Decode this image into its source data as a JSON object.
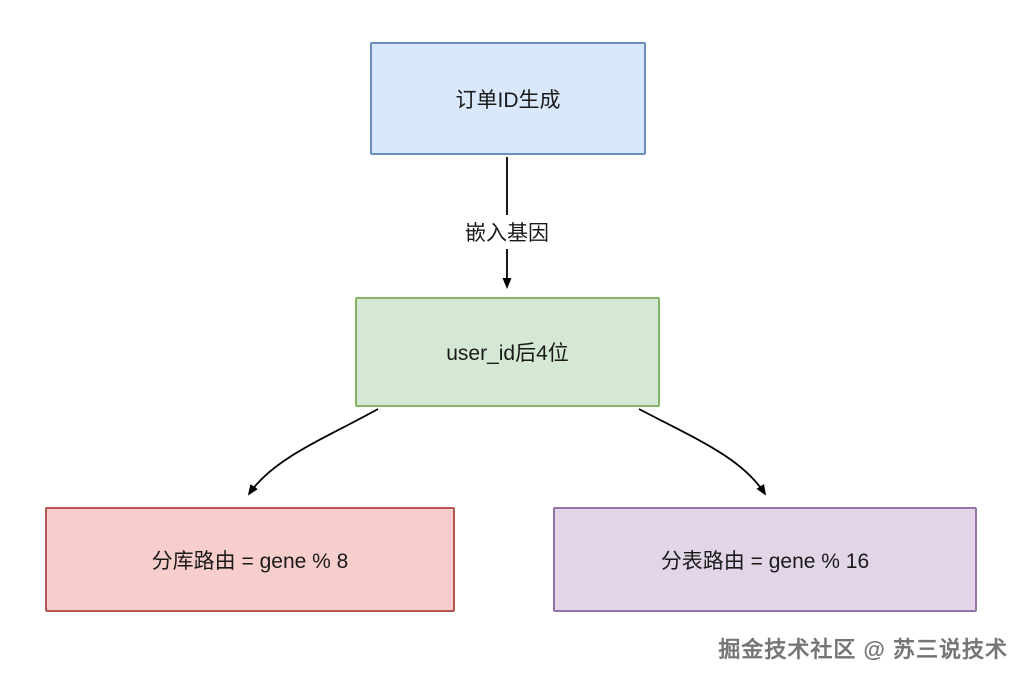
{
  "diagram": {
    "title": "order-id-gene-sharding-flow",
    "nodes": {
      "top": {
        "label": "订单ID生成"
      },
      "middle": {
        "label": "user_id后4位"
      },
      "left": {
        "label": "分库路由 = gene % 8"
      },
      "right": {
        "label": "分表路由 = gene % 16"
      }
    },
    "edges": {
      "top_to_middle": {
        "label": "嵌入基因"
      },
      "middle_to_left": {
        "label": ""
      },
      "middle_to_right": {
        "label": ""
      }
    },
    "colors": {
      "top_fill": "#dae8fc",
      "top_border": "#6c8ebf",
      "middle_fill": "#d5e8d4",
      "middle_border": "#82b366",
      "left_fill": "#f8cecc",
      "left_border": "#b85450",
      "right_fill": "#e1d5e7",
      "right_border": "#9673a6",
      "arrow": "#000000",
      "watermark_text": "#757575"
    },
    "watermark": "掘金技术社区 @ 苏三说技术"
  }
}
